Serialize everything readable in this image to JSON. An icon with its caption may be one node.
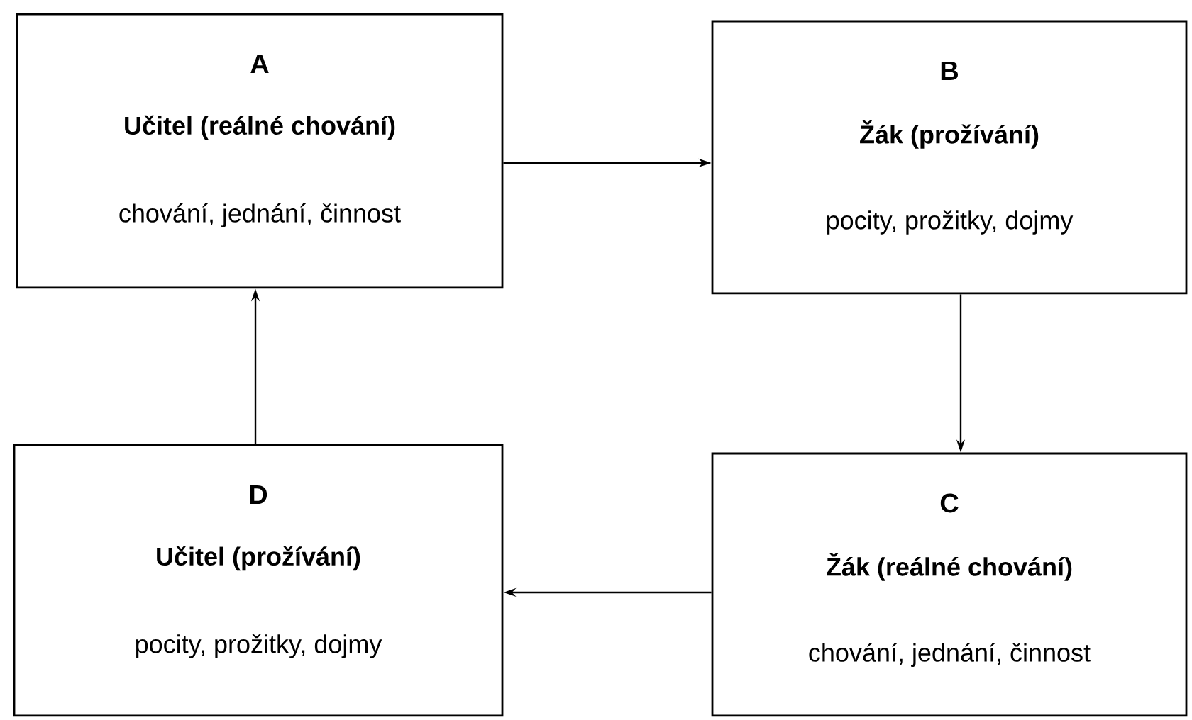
{
  "diagram": {
    "nodes": [
      {
        "text": [
          "A",
          "Učitel (reálné chování)",
          "chování, jednání, činnost"
        ]
      },
      {
        "text": [
          "B",
          "Žák (prožívání)",
          "pocity, prožitky, dojmy"
        ]
      },
      {
        "text": [
          "C",
          "Žák (reálné chování)",
          "chování, jednání, činnost"
        ]
      },
      {
        "text": [
          "D",
          "Učitel (prožívání)",
          "pocity, prožitky, dojmy"
        ]
      }
    ],
    "edges": [
      {
        "from": 0,
        "to": 1,
        "arrow": "to"
      },
      {
        "from": 1,
        "to": 2,
        "arrow": "to"
      },
      {
        "from": 2,
        "to": 3,
        "arrow": "to"
      },
      {
        "from": 3,
        "to": 0,
        "arrow": "to"
      }
    ]
  }
}
